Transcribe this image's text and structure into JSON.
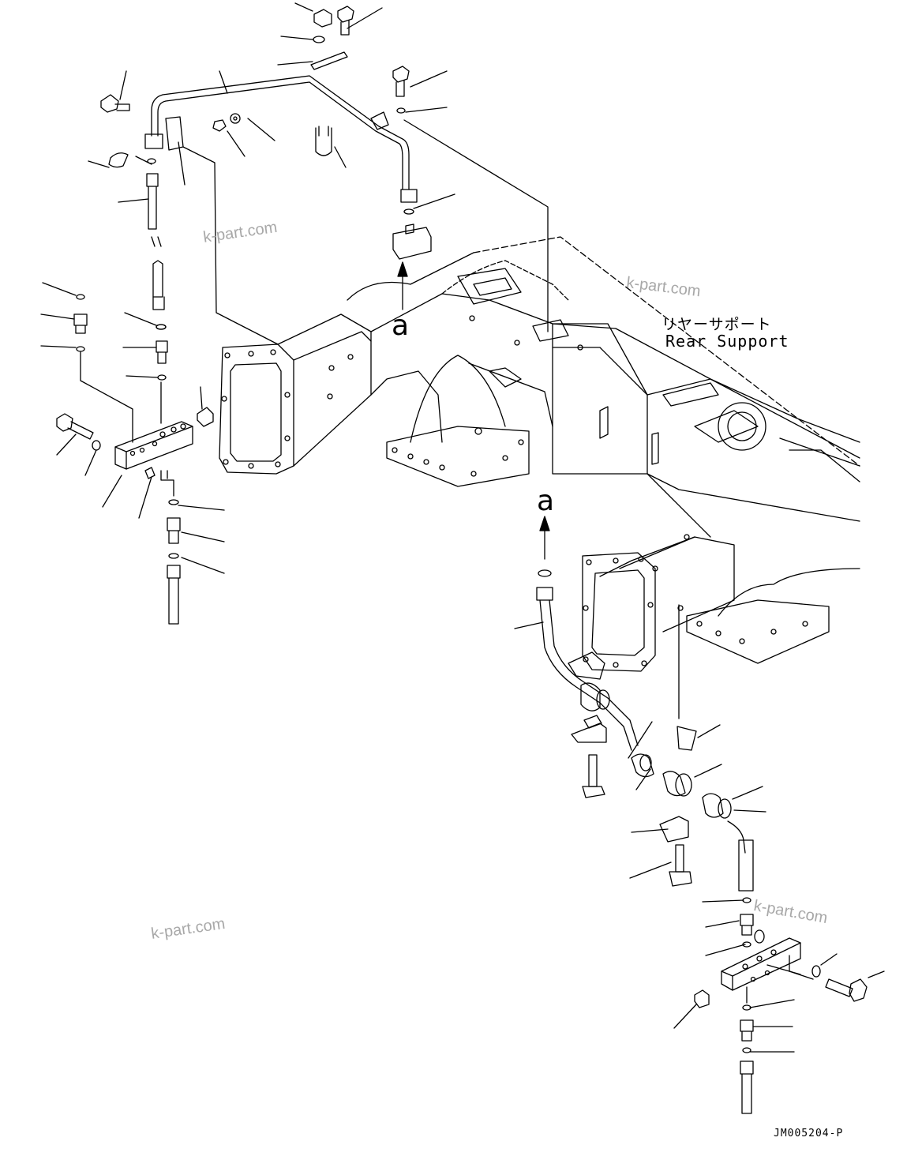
{
  "labels": {
    "rear_support_jp": "リヤーサポート",
    "rear_support_en": "Rear Support",
    "view_marker_upper": "a",
    "view_marker_lower": "a",
    "drawing_code": "JM005204-P"
  },
  "watermarks": [
    "k-part.com",
    "k-part.com",
    "k-part.com",
    "k-part.com"
  ]
}
